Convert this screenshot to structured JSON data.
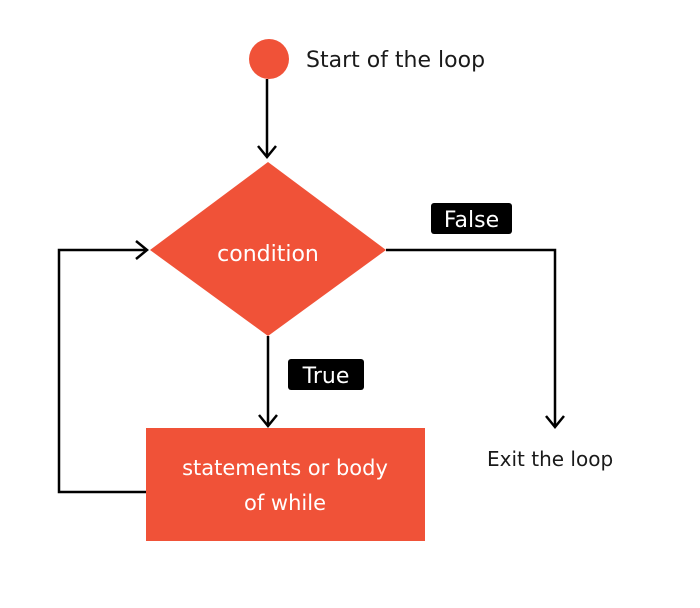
{
  "diagram": {
    "start_label": "Start of the loop",
    "condition_label": "condition",
    "false_label": "False",
    "true_label": "True",
    "body_label_line1": "statements or body",
    "body_label_line2": "of while",
    "exit_label": "Exit the loop"
  },
  "colors": {
    "shape_fill": "#F05238",
    "line": "#000000",
    "badge_fill": "#000000",
    "shape_text": "#ffffff",
    "badge_text": "#ffffff",
    "label_text": "#1a1a1a"
  }
}
